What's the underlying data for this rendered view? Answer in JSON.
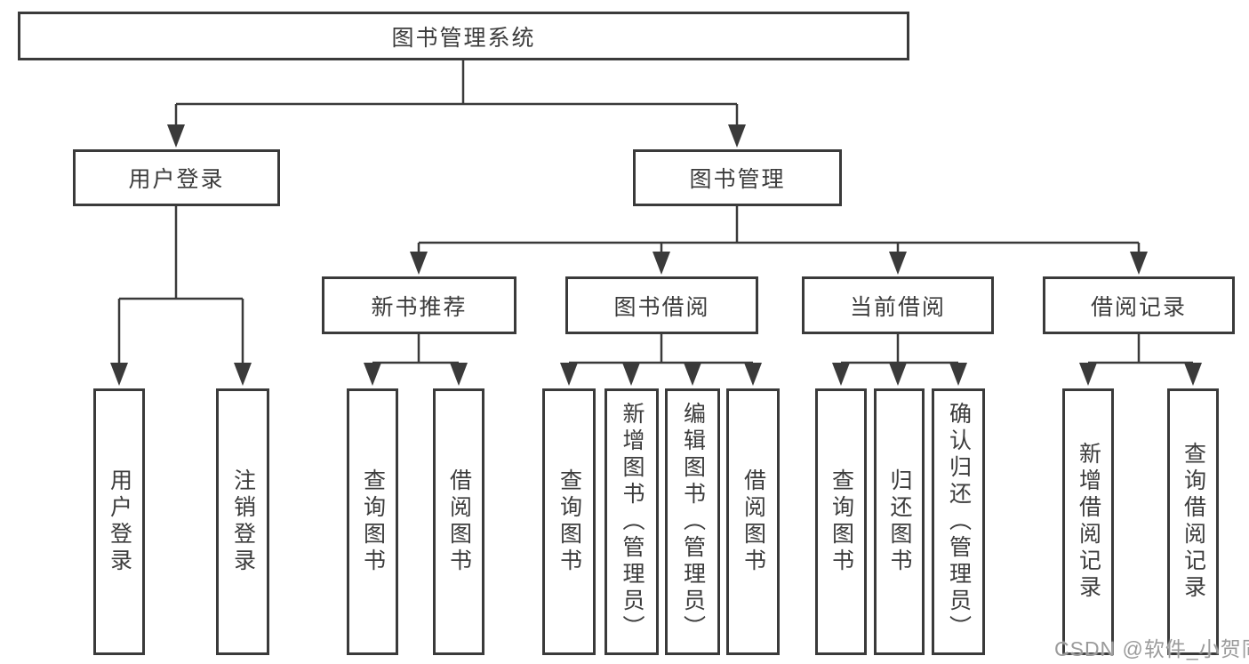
{
  "tree": {
    "root": {
      "label": "图书管理系统"
    },
    "branches": [
      {
        "label": "用户登录",
        "children": [
          {
            "label": "用户登录"
          },
          {
            "label": "注销登录"
          }
        ]
      },
      {
        "label": "图书管理",
        "children": [
          {
            "label": "新书推荐",
            "children": [
              {
                "label": "查询图书"
              },
              {
                "label": "借阅图书"
              }
            ]
          },
          {
            "label": "图书借阅",
            "children": [
              {
                "label": "查询图书"
              },
              {
                "label": "新增图书（管理员）"
              },
              {
                "label": "编辑图书（管理员）"
              },
              {
                "label": "借阅图书"
              }
            ]
          },
          {
            "label": "当前借阅",
            "children": [
              {
                "label": "查询图书"
              },
              {
                "label": "归还图书"
              },
              {
                "label": "确认归还（管理员）"
              }
            ]
          },
          {
            "label": "借阅记录",
            "children": [
              {
                "label": "新增借阅记录"
              },
              {
                "label": "查询借阅记录"
              }
            ]
          }
        ]
      }
    ]
  },
  "watermark": {
    "text": "CSDN @软件_小贺同学"
  },
  "colors": {
    "line": "#3a3a3a",
    "text": "#3c3c3c",
    "background": "#ffffff",
    "watermark": "#9b9b9b"
  }
}
